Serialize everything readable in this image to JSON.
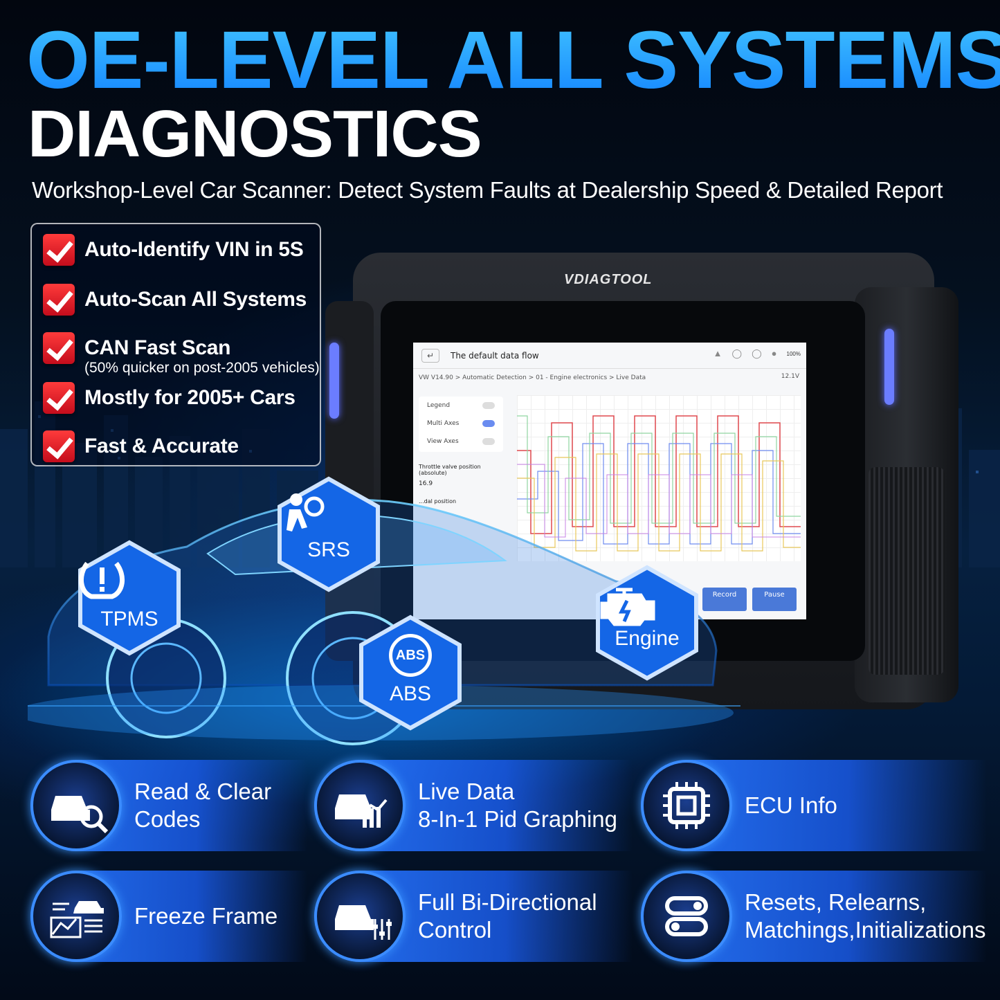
{
  "header": {
    "title_line1": "OE-LEVEL ALL SYSTEMS",
    "title_line2": "DIAGNOSTICS",
    "subtitle": "Workshop-Level Car Scanner: Detect System Faults at Dealership Speed & Detailed Report"
  },
  "features": [
    {
      "label": "Auto-Identify VIN in 5S"
    },
    {
      "label": "Auto-Scan All Systems"
    },
    {
      "label": "CAN Fast Scan",
      "note": "(50% quicker on post-2005 vehicles)"
    },
    {
      "label": "Mostly for 2005+ Cars"
    },
    {
      "label": "Fast & Accurate"
    }
  ],
  "device": {
    "brand": "VDIAGTOOL",
    "screen": {
      "title": "The default data flow",
      "breadcrumb": "VW V14.90 > Automatic Detection  > 01 - Engine electronics > Live Data",
      "voltage": "12.1V",
      "battery": "100%",
      "options": [
        "Legend",
        "Multi Axes",
        "View Axes"
      ],
      "pid_name": "Throttle valve position (absolute)",
      "pid_value": "16.9",
      "pid_name2": "...dal position",
      "buttons": [
        "Record",
        "Pause"
      ]
    }
  },
  "systems": [
    {
      "label": "SRS",
      "icon": "airbag-icon"
    },
    {
      "label": "TPMS",
      "icon": "tire-pressure-icon"
    },
    {
      "label": "ABS",
      "icon": "abs-icon",
      "icon_text": "ABS"
    },
    {
      "label": "Engine",
      "icon": "engine-icon"
    }
  ],
  "functions": [
    {
      "line1": "Read & Clear",
      "line2": "Codes",
      "icon": "car-search-icon"
    },
    {
      "line1": "Live Data",
      "line2": "8-In-1 Pid Graphing",
      "icon": "car-graph-icon"
    },
    {
      "line1": "ECU Info",
      "line2": "",
      "icon": "chip-icon"
    },
    {
      "line1": "Freeze Frame",
      "line2": "",
      "icon": "freeze-frame-icon"
    },
    {
      "line1": "Full Bi-Directional",
      "line2": "Control",
      "icon": "car-control-icon"
    },
    {
      "line1": "Resets, Relearns,",
      "line2": "Matchings,Initializations",
      "icon": "toggle-icon"
    }
  ],
  "colors": {
    "accent": "#1a8cff",
    "check": "#e01e2a"
  }
}
